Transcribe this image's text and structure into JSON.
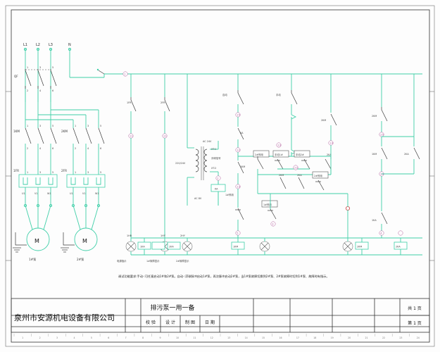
{
  "document": {
    "title": "排污泵一用一备",
    "company": "泉州市安源机电设备有限公司",
    "sheet_total": "共 1 页",
    "sheet_current": "第 1 页",
    "columns": [
      "校 验",
      "设 计",
      "制 图",
      "日 期"
    ],
    "note": "调试功能要求:手动-:可任意启动1#和2#泵。自动-:浮球脉冲启动1#泵，再次脉冲启动2#泵，当1#泵故障切换到2#泵、2#泵故障时切到1#泵、故障时有指示。"
  },
  "power": {
    "phases": [
      "L1",
      "L2",
      "L3"
    ],
    "neutral": "N",
    "breaker": "QF",
    "contactor1": "1KM",
    "contactor2": "2KM",
    "overload1": "1FR",
    "overload2": "2FR",
    "motor_symbol": "M",
    "motor1_label": "1#泵",
    "motor2_label": "2#泵",
    "out_terms": [
      "U1",
      "V1",
      "W1"
    ],
    "term_nums_top": [
      "1",
      "3",
      "5"
    ],
    "term_nums_bot": [
      "2",
      "4",
      "6"
    ]
  },
  "control": {
    "transformer_ratio": "220/24V",
    "ac_top": "AC 24V",
    "ac_bot": "AC 8V",
    "xt1": "XT:1",
    "xt2": "XT:2",
    "float_signal": "浮球信号",
    "relay_ka": "KA",
    "auto": "自动",
    "manual": "手动",
    "stop1": "1#停用",
    "stop2": "2#停用",
    "manual1": "手动1#",
    "manual2": "手动2#",
    "ka1": "1KA",
    "ka2": "2KA",
    "km1": "1KM",
    "km2": "2KM",
    "fr1": "1FR",
    "fr2": "2FR"
  },
  "indicators": {
    "lamps": [
      {
        "tag": "1HR",
        "caption": "电源指示"
      },
      {
        "tag": "1HY",
        "caption": "1#故障显示"
      },
      {
        "tag": "2HY",
        "caption": "2#故障显示"
      }
    ],
    "coil_boxes": [
      "1KA",
      "2KA",
      "1KM",
      "2KM",
      "2KA"
    ]
  },
  "wire_numbers": {
    "n1": "1",
    "n2": "2",
    "n3": "3",
    "n4": "4",
    "n5": "5",
    "n11": "11",
    "n12": "12",
    "n13": "13",
    "n14": "14",
    "n15": "15",
    "n21": "21",
    "n22": "22",
    "n23": "23",
    "n24": "24",
    "n25": "25"
  },
  "ruler": {
    "marks": [
      "1",
      "2",
      "3",
      "4",
      "5",
      "6",
      "7",
      "8",
      "9",
      "10",
      "11",
      "12",
      "13",
      "14",
      "15",
      "16",
      "17",
      "18",
      "19",
      "20",
      "21",
      "22",
      "23",
      "24"
    ]
  }
}
